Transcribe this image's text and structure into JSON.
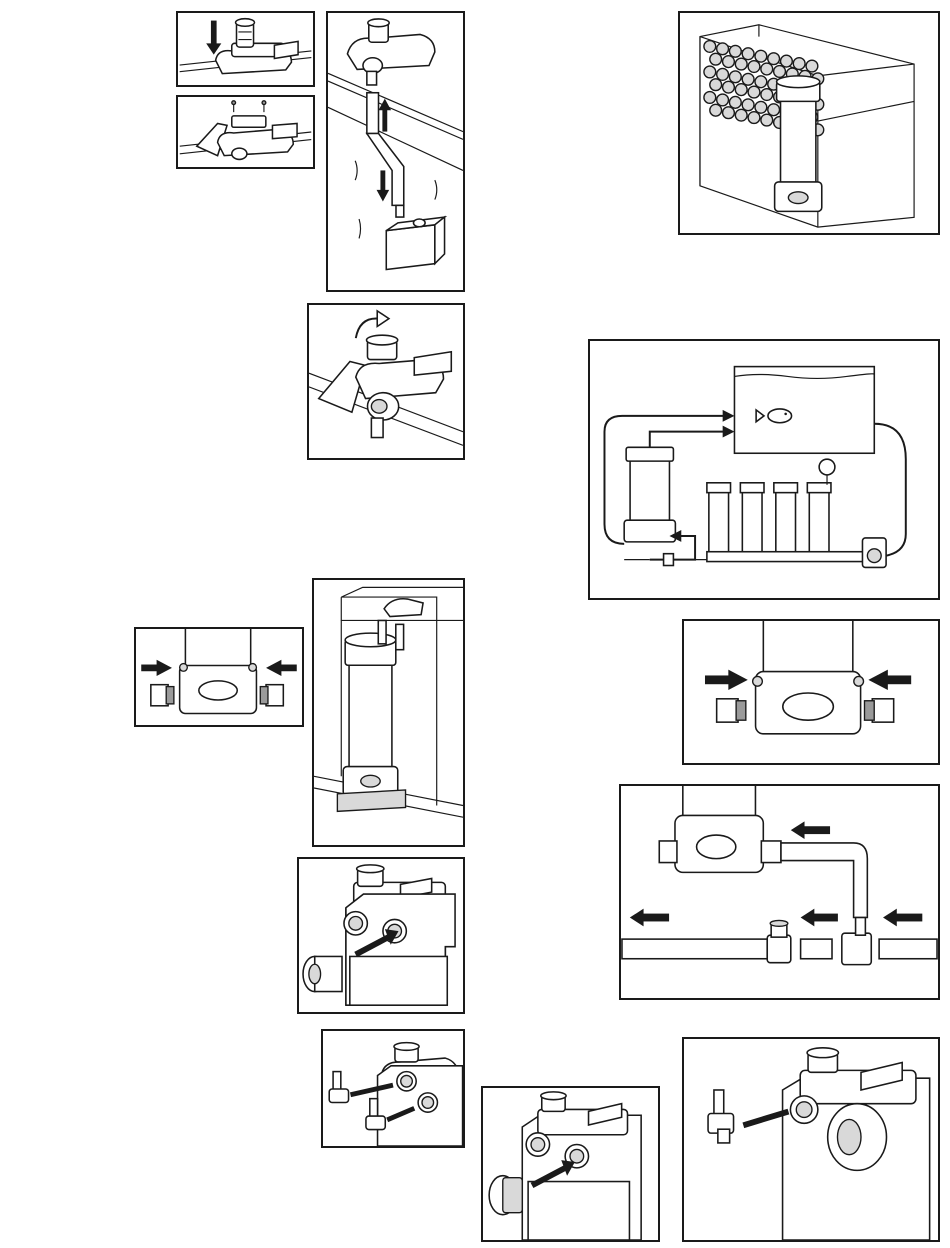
{
  "page": {
    "background": "#ffffff",
    "line_color": "#1a1a1a"
  },
  "panels": [
    {
      "id": "overflow-press-down",
      "icon": "down-arrow-icon"
    },
    {
      "id": "overflow-screws",
      "icon": "screw-icon"
    },
    {
      "id": "overflow-tube-assembly",
      "icon": "up-down-arrows-icon"
    },
    {
      "id": "filter-in-sump-bioballs",
      "icon": "bioball-sump-icon"
    },
    {
      "id": "overflow-rotate",
      "icon": "rotate-arrow-icon"
    },
    {
      "id": "system-plumbing-diagram",
      "icon": "fish-icon"
    },
    {
      "id": "base-fittings-left",
      "icon": "push-arrows-icon"
    },
    {
      "id": "filter-standing-under-tank",
      "icon": "filter-unit-icon"
    },
    {
      "id": "base-fittings-right",
      "icon": "push-arrows-icon"
    },
    {
      "id": "base-bypass-plumbing",
      "icon": "flow-arrows-icon"
    },
    {
      "id": "bulkhead-fitting-insert",
      "icon": "insert-arrow-icon"
    },
    {
      "id": "hose-barb-fittings-insert",
      "icon": "insert-arrow-icon"
    },
    {
      "id": "cap-plug-insert",
      "icon": "insert-arrow-icon"
    },
    {
      "id": "hose-barb-single-insert",
      "icon": "insert-arrow-icon"
    }
  ]
}
